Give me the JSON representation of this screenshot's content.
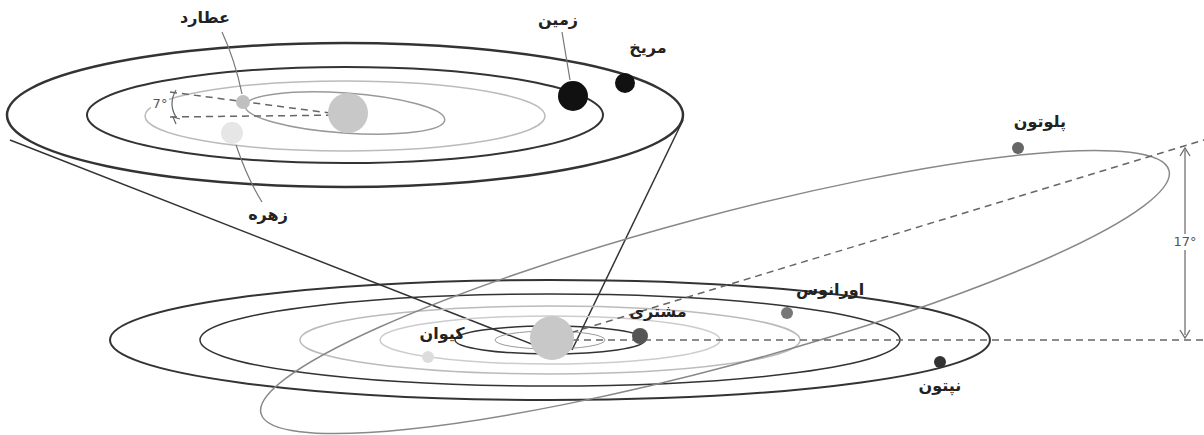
{
  "diagram": {
    "labels": [
      "عطارد",
      "زمین",
      "مریخ",
      "7°",
      "زهره",
      "پلوتون",
      "اورانوس",
      "مشتری",
      "کیوان",
      "نپتون",
      "17°"
    ]
  }
}
